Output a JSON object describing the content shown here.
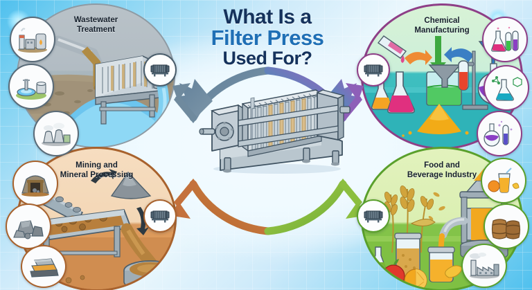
{
  "title": {
    "line1": "What Is a",
    "line2": "Filter Press",
    "line3": "Used For?",
    "color_line1": "#15325c",
    "color_line2": "#1f6fb5",
    "color_line3": "#15325c"
  },
  "background": {
    "style": "light blue technical grid gradient",
    "base_color": "#cdeafa",
    "edge_color": "#4fc0ee",
    "center_color": "#f3fbff",
    "grid_color": "#ffffff"
  },
  "center": {
    "subject": "filter-press-machine",
    "ring_segments": [
      {
        "name": "wastewater-arc",
        "color": "#6f8a9e",
        "direction": "up-left"
      },
      {
        "name": "chemical-arc",
        "color": "#3fa7b8",
        "color_end": "#8e5fb8",
        "direction": "up-right"
      },
      {
        "name": "mining-arc",
        "color": "#c4713c",
        "direction": "down-left"
      },
      {
        "name": "food-arc",
        "color": "#8cbf3f",
        "direction": "down-right"
      }
    ]
  },
  "quadrants": [
    {
      "id": "wastewater",
      "label_line1": "Wastewater",
      "label_line2": "Treatment",
      "position": "top-left",
      "bubble_color": "#aeb9c0",
      "border_color": "#8e9aa3",
      "arrow_color": "#6f8a9e",
      "node_icon": "filter-press-icon",
      "scene_icons": [
        "dirty-water-pipe",
        "filter-press",
        "clean-water-discharge",
        "sludge-ground"
      ],
      "satellites": [
        "industrial-plant-icon",
        "water-treatment-plant-icon",
        "cooling-towers-icon"
      ]
    },
    {
      "id": "chemical",
      "label_line1": "Chemical",
      "label_line2": "Manufacturing",
      "position": "top-right",
      "bubble_color": "#d4f0d8",
      "border_color": "#8e3f87",
      "arrow_color": "#8e5fb8",
      "node_icon": "filter-press-icon",
      "scene_icons": [
        "erlenmeyer-flask-orange",
        "erlenmeyer-flask-pink",
        "beaker-green",
        "funnel",
        "test-tube-red",
        "round-flask-purple",
        "powder-pile-yellow",
        "pipette-pink"
      ],
      "satellites": [
        "flasks-and-tubes-icon",
        "molecule-flask-icon",
        "lab-glassware-icon"
      ]
    },
    {
      "id": "mining",
      "label_line1": "Mining and",
      "label_line2": "Mineral Processing",
      "position": "bottom-left",
      "bubble_color": "#f3d7b6",
      "border_color": "#a8622d",
      "arrow_color": "#c4713c",
      "node_icon": "filter-press-icon",
      "scene_icons": [
        "ore-conveyor",
        "sorting-trough",
        "slurry-stream",
        "settling-tank",
        "rock-pile"
      ],
      "satellites": [
        "mine-entrance-icon",
        "rocks-icon",
        "ore-layers-icon"
      ]
    },
    {
      "id": "food",
      "label_line1": "Food and",
      "label_line2": "Beverage Industry",
      "position": "bottom-right",
      "bubble_color": "#dbefb2",
      "border_color": "#5aa02c",
      "arrow_color": "#8cbf3f",
      "node_icon": "filter-press-icon",
      "scene_icons": [
        "wheat-stalks",
        "juice-press-machine",
        "juice-jar",
        "grain-jar",
        "orange",
        "apple",
        "lemon",
        "pear",
        "green-juice-bottle"
      ],
      "satellites": [
        "juice-glass-icon",
        "wooden-barrels-icon",
        "food-factory-icon"
      ]
    }
  ]
}
